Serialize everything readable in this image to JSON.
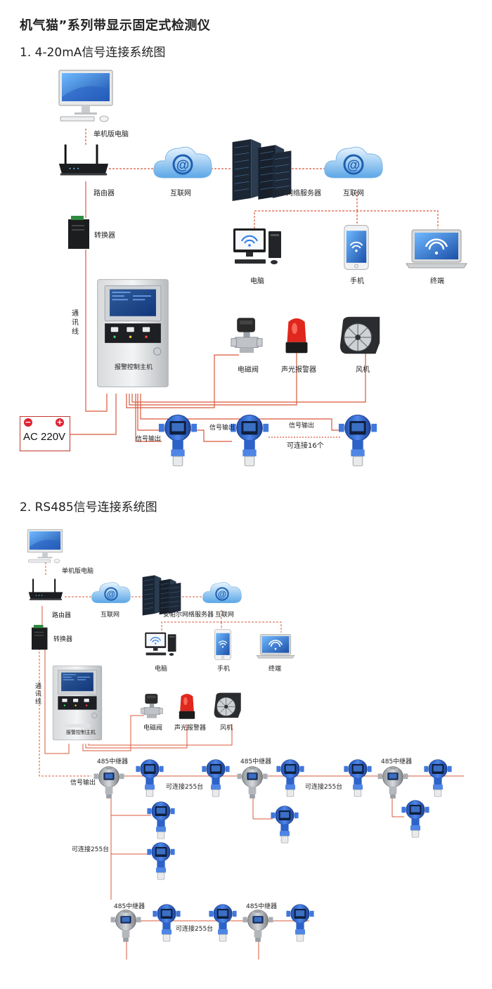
{
  "title": "机气猫”系列带显示固定式检测仪",
  "section1": {
    "heading": "1. 4-20mA信号连接系统图",
    "labels": {
      "pc": "单机版电脑",
      "router": "路由器",
      "internet_left": "互联网",
      "server": "安帕尔网络服务器",
      "internet_right": "互联网",
      "converter": "转换器",
      "computer": "电脑",
      "phone": "手机",
      "terminal": "终端",
      "comm_line": "通讯线",
      "valve": "电磁阀",
      "alarm": "声光报警器",
      "fan": "风机",
      "power": "AC 220V",
      "signal_out_1": "信号输出",
      "signal_out_2": "信号输出",
      "signal_out_3": "信号输出",
      "connect_16": "可连接16个",
      "controller_plate": "报警控制主机"
    }
  },
  "section2": {
    "heading": "2. RS485信号连接系统图",
    "labels": {
      "pc": "单机版电脑",
      "router": "路由器",
      "internet_left": "互联网",
      "server": "安帕尔网络服务器",
      "internet_right": "互联网",
      "converter": "转换器",
      "computer": "电脑",
      "phone": "手机",
      "terminal": "终端",
      "comm_line": "通讯线",
      "valve": "电磁阀",
      "alarm": "声光报警器",
      "fan": "风机",
      "signal_out": "信号输出",
      "repeater_1": "485中继器",
      "repeater_2": "485中继器",
      "repeater_3": "485中继器",
      "repeater_4": "485中继器",
      "repeater_5": "485中继器",
      "connect_255_1": "可连接255台",
      "connect_255_2": "可连接255台",
      "connect_255_3": "可连接255台",
      "connect_255_4": "可连接255台",
      "controller_plate": "报警控制主机"
    }
  },
  "colors": {
    "wire": "#d9583b",
    "cloud": "#4a9be0",
    "detector": "#2f6fd1",
    "server": "#1d2a3a"
  }
}
